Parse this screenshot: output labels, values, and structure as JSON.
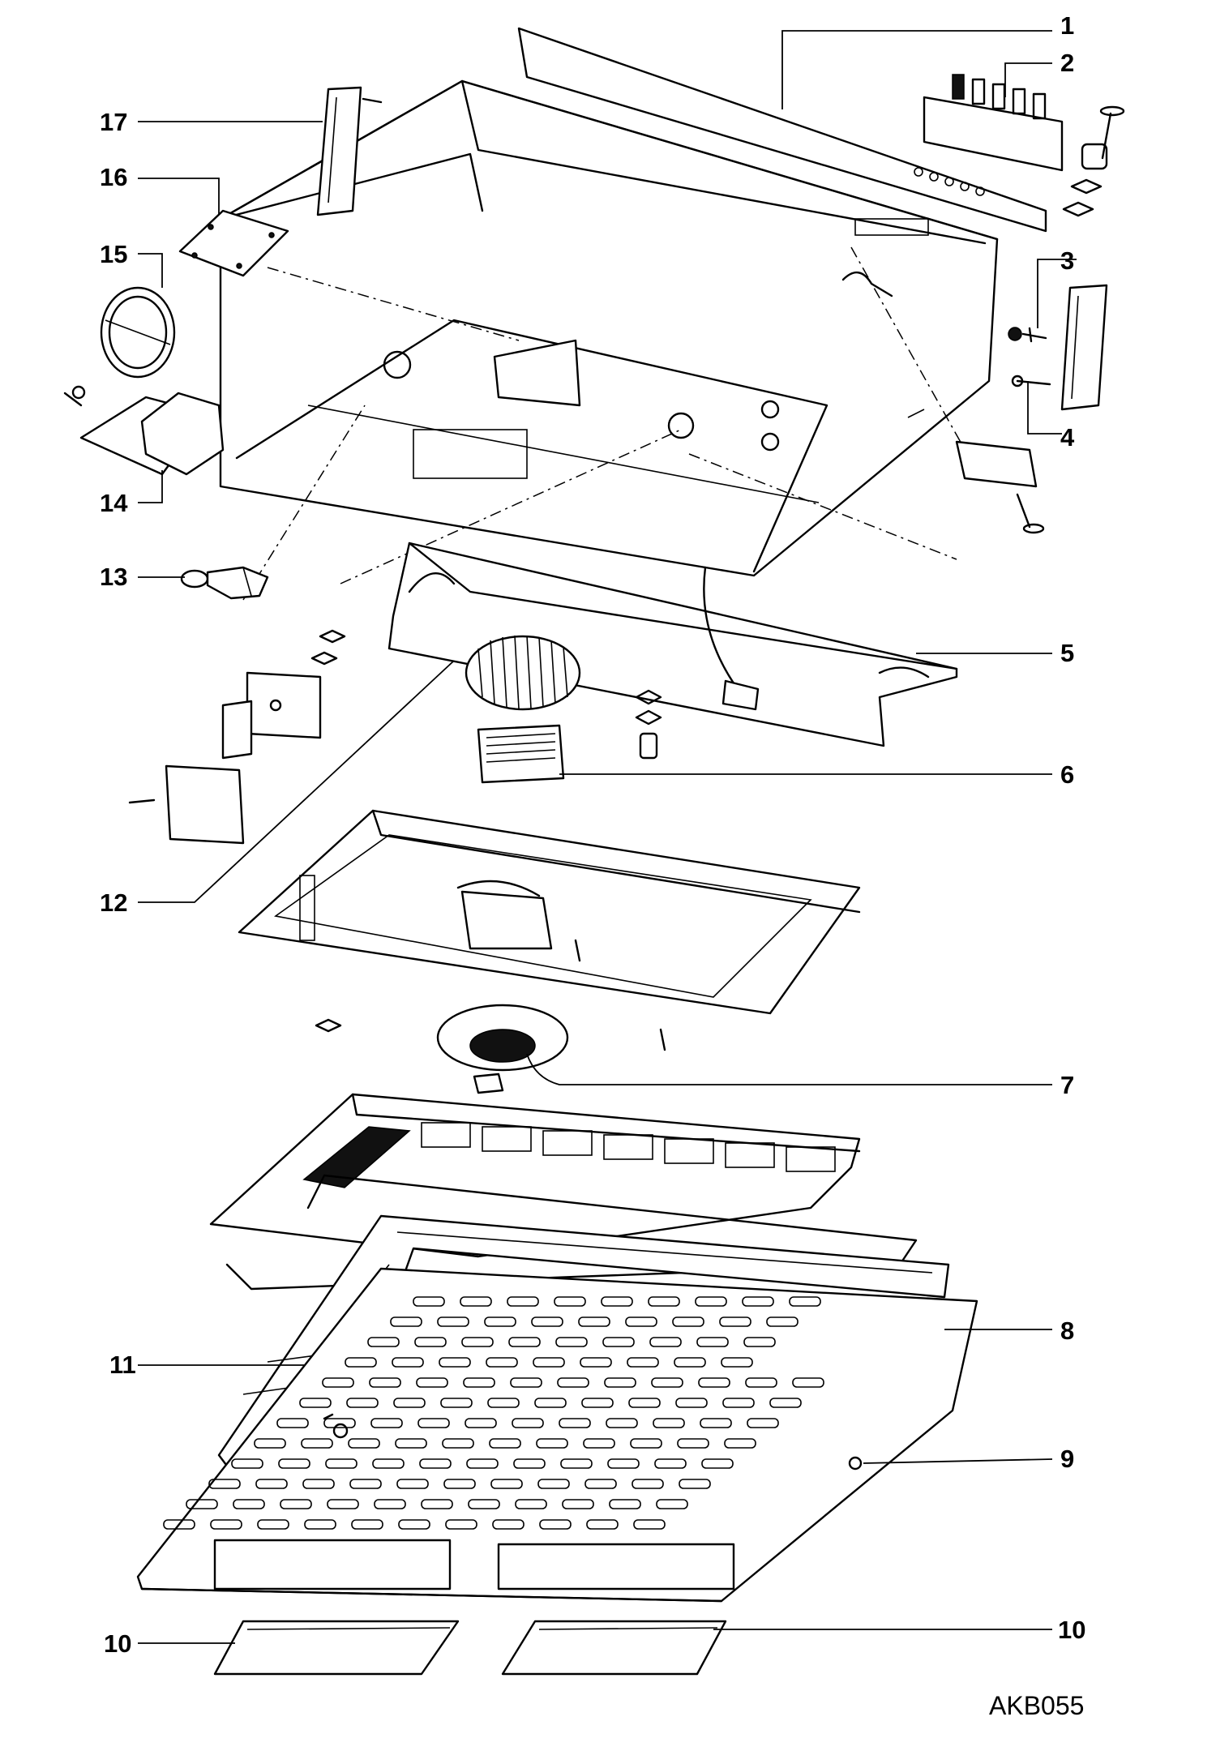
{
  "diagram": {
    "callouts": [
      "1",
      "2",
      "3",
      "4",
      "5",
      "6",
      "7",
      "8",
      "9",
      "10",
      "10",
      "11",
      "12",
      "13",
      "14",
      "15",
      "16",
      "17"
    ],
    "drawing_code": "AKB055"
  }
}
